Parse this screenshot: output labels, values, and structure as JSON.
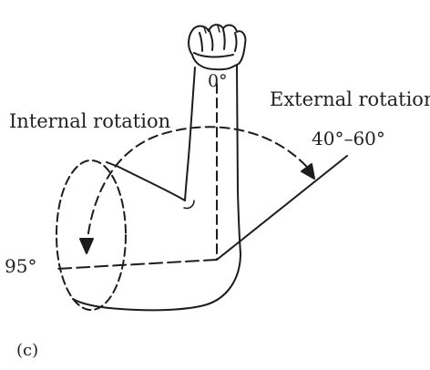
{
  "labels": {
    "zero": "0°",
    "internal_rotation": "Internal rotation",
    "external_rotation": "External rotation",
    "external_range": "40°–60°",
    "internal_angle": "95°",
    "panel": "(c)"
  },
  "style": {
    "ink": "#1c1c1c",
    "background": "#ffffff"
  }
}
